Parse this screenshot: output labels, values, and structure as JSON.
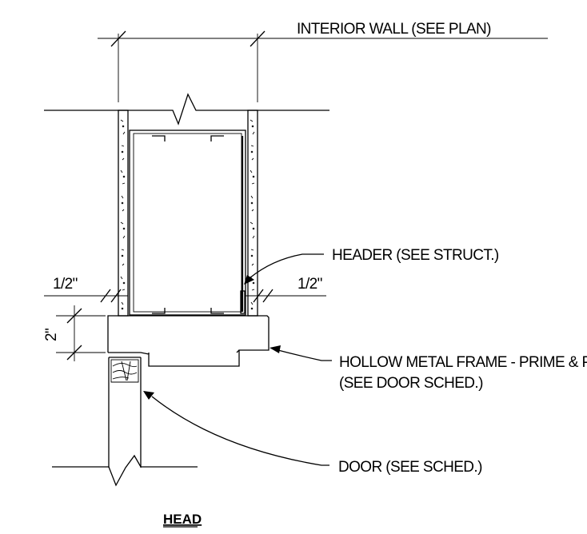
{
  "detail": {
    "title": "HEAD",
    "labels": {
      "interior_wall": "INTERIOR WALL (SEE PLAN)",
      "header": "HEADER (SEE STRUCT.)",
      "frame_line1": "HOLLOW METAL FRAME - PRIME & PAINT",
      "frame_line2": "(SEE DOOR SCHED.)",
      "door": "DOOR (SEE SCHED.)"
    },
    "dimensions": {
      "left_gap": "1/2\"",
      "right_gap": "1/2\"",
      "frame_height": "2\""
    }
  }
}
